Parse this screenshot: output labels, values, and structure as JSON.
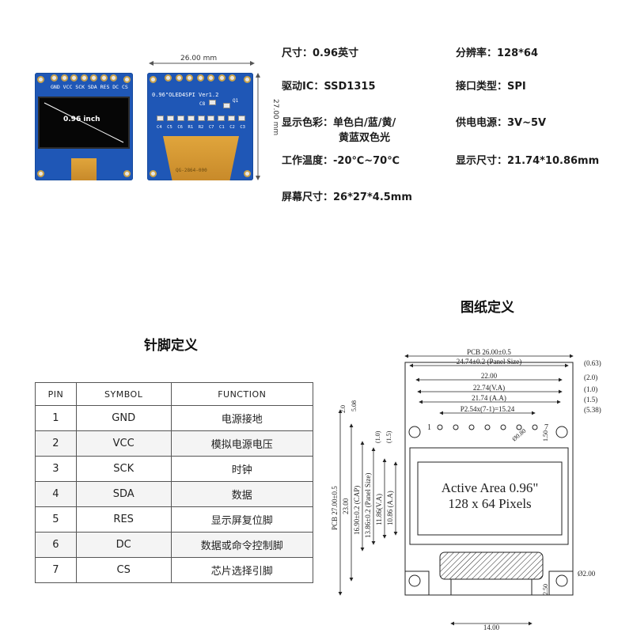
{
  "photo": {
    "front_pins": "GND VCC SCK SDA RES DC CS",
    "front_size_label": "0.96 inch",
    "back_label": "0.96\"OLED4SPI Ver1.2",
    "back_c8": "C8",
    "back_q1": "Q1",
    "back_caps": [
      "C4",
      "C5",
      "C6",
      "R1",
      "R2",
      "C7",
      "C1",
      "C2",
      "C3"
    ],
    "back_flex_code": "QG-2864-000",
    "dim_width": "26.00 mm",
    "dim_height": "27.00 mm"
  },
  "specs": [
    {
      "label": "尺寸：0.96英寸"
    },
    {
      "label": "分辨率：128*64"
    },
    {
      "label": "驱动IC：SSD1315"
    },
    {
      "label": "接口类型：SPI"
    },
    {
      "label": "显示色彩：单色白/蓝/黄/",
      "label2": "黄蓝双色光"
    },
    {
      "label": "供电电源：3V~5V"
    },
    {
      "label": "工作温度：-20℃~70℃"
    },
    {
      "label": "显示尺寸：21.74*10.86mm"
    },
    {
      "label": "屏幕尺寸：26*27*4.5mm"
    }
  ],
  "pin_section": {
    "title": "针脚定义",
    "headers": [
      "PIN",
      "SYMBOL",
      "FUNCTION"
    ],
    "rows": [
      [
        "1",
        "GND",
        "电源接地"
      ],
      [
        "2",
        "VCC",
        "模拟电源电压"
      ],
      [
        "3",
        "SCK",
        "时钟"
      ],
      [
        "4",
        "SDA",
        "数据"
      ],
      [
        "5",
        "RES",
        "显示屏复位脚"
      ],
      [
        "6",
        "DC",
        "数据或命令控制脚"
      ],
      [
        "7",
        "CS",
        "芯片选择引脚"
      ]
    ]
  },
  "drawing": {
    "title": "图纸定义",
    "pcb_width": "PCB 26.00±0.5",
    "panel_size": "24.74±0.2 (Panel Size)",
    "d_063": "(0.63)",
    "d_22": "22.00",
    "d_20": "(2.0)",
    "va_width": "22.74(V.A)",
    "d_10": "(1.0)",
    "aa_width": "21.74 (A.A)",
    "d_15": "(1.5)",
    "pitch": "P2.54x(7-1)=15.24",
    "d_538": "(5.38)",
    "pin1": "1",
    "pin7": "7",
    "hole_080": "Ø0.80",
    "d_150": "1.50",
    "v_20": "2.0",
    "v_508": "5.08",
    "v_10": "(1.0)",
    "v_15": "(1.5)",
    "pcb_height": "PCB 27.00±0.5",
    "v_2300": "23.00",
    "v_cap": "16.90±0.2 (CAP)",
    "v_panel": "13.86±0.2 (Panel Size)",
    "v_va": "11.86(V.A)",
    "v_aa": "10.86 (A.A)",
    "active_line1": "Active Area 0.96\"",
    "active_line2": "128 x 64 Pixels",
    "hole_200": "Ø2.00",
    "d_250": "2.50",
    "d_1400": "14.00"
  }
}
